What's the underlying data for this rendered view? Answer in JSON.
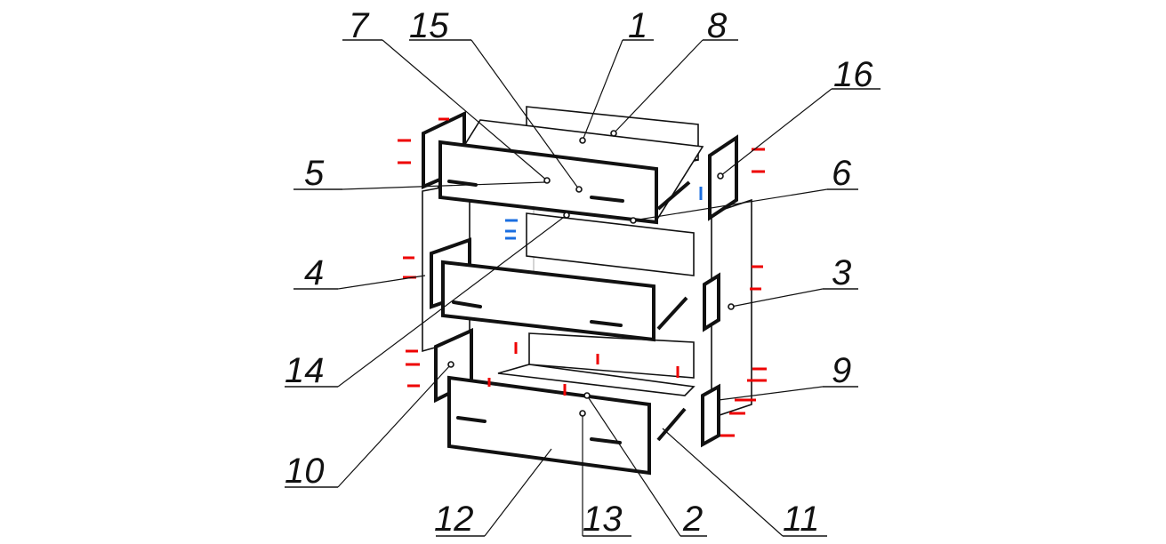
{
  "diagram": {
    "title": "Exploded assembly view of chest of drawers",
    "callouts": [
      "7",
      "15",
      "1",
      "8",
      "16",
      "5",
      "6",
      "4",
      "3",
      "14",
      "9",
      "10",
      "12",
      "13",
      "2",
      "11"
    ],
    "colors": {
      "line": "#111111",
      "fastener": "#e00000",
      "dowel": "#1a6ee0"
    }
  }
}
